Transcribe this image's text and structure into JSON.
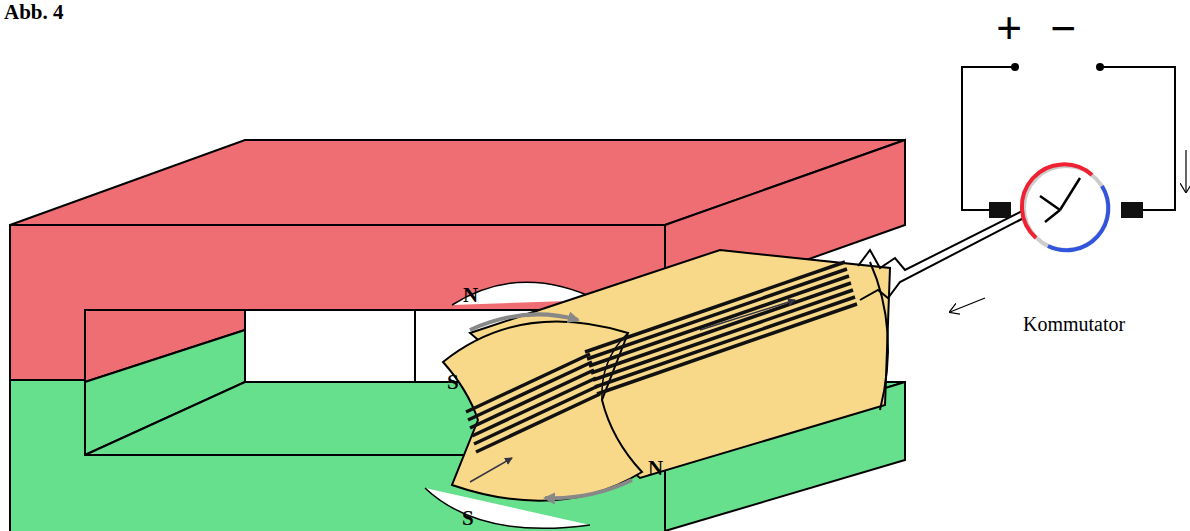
{
  "diagram": {
    "title": "Abb. 4",
    "labels": [
      "+",
      "−",
      "N",
      "S",
      "N",
      "S",
      "Kommutator"
    ]
  }
}
